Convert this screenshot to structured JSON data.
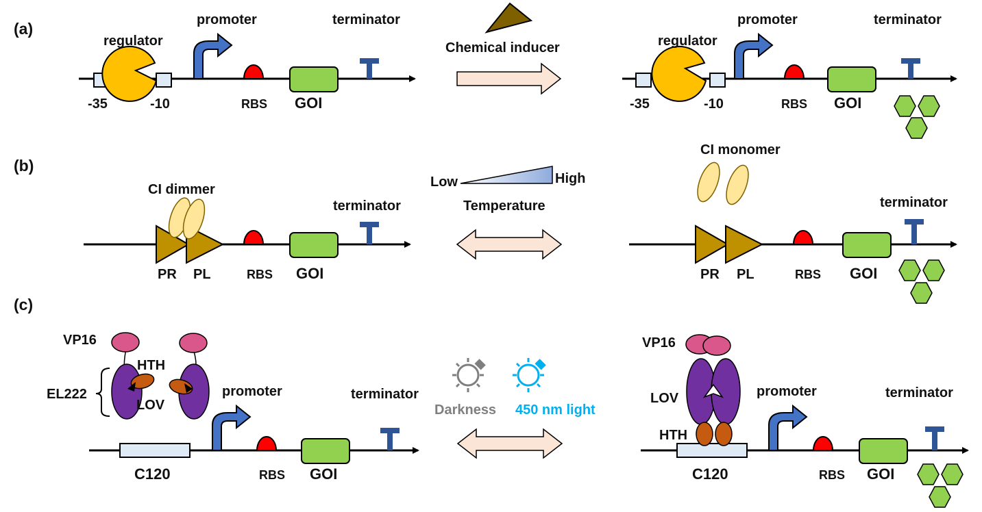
{
  "panels": {
    "a": {
      "label": "(a)",
      "regulator": "regulator",
      "promoter": "promoter",
      "terminator": "terminator",
      "minus35": "-35",
      "minus10": "-10",
      "rbs": "RBS",
      "goi": "GOI",
      "stimulus": "Chemical inducer"
    },
    "b": {
      "label": "(b)",
      "ci_dimer": "CI dimmer",
      "ci_monomer": "CI monomer",
      "terminator": "terminator",
      "pr": "PR",
      "pl": "PL",
      "rbs": "RBS",
      "goi": "GOI",
      "temp_low": "Low",
      "temp_high": "High",
      "stimulus": "Temperature"
    },
    "c": {
      "label": "(c)",
      "vp16": "VP16",
      "hth": "HTH",
      "lov": "LOV",
      "el222": "EL222",
      "promoter": "promoter",
      "terminator": "terminator",
      "c120": "C120",
      "rbs": "RBS",
      "goi": "GOI",
      "darkness": "Darkness",
      "light": "450 nm light"
    }
  },
  "colors": {
    "regulator": "#FFC000",
    "promoter_arrow": "#4472C4",
    "rbs": "#FF0000",
    "goi": "#92D050",
    "terminator": "#2F5597",
    "box": "#DEEBF7",
    "inducer": "#7F6000",
    "triangle_promoter": "#BF9000",
    "ci_protein": "#FFE699",
    "process_arrow": "#FBE5D6",
    "vp16": "#D9578A",
    "lov": "#7030A0",
    "hth": "#C55A11",
    "darkness": "#7F7F7F",
    "light": "#00B0F0"
  },
  "icons": [
    "inducer-triangle-icon",
    "dark-bulb-icon",
    "light-bulb-icon",
    "protein-hexagon-icon"
  ]
}
